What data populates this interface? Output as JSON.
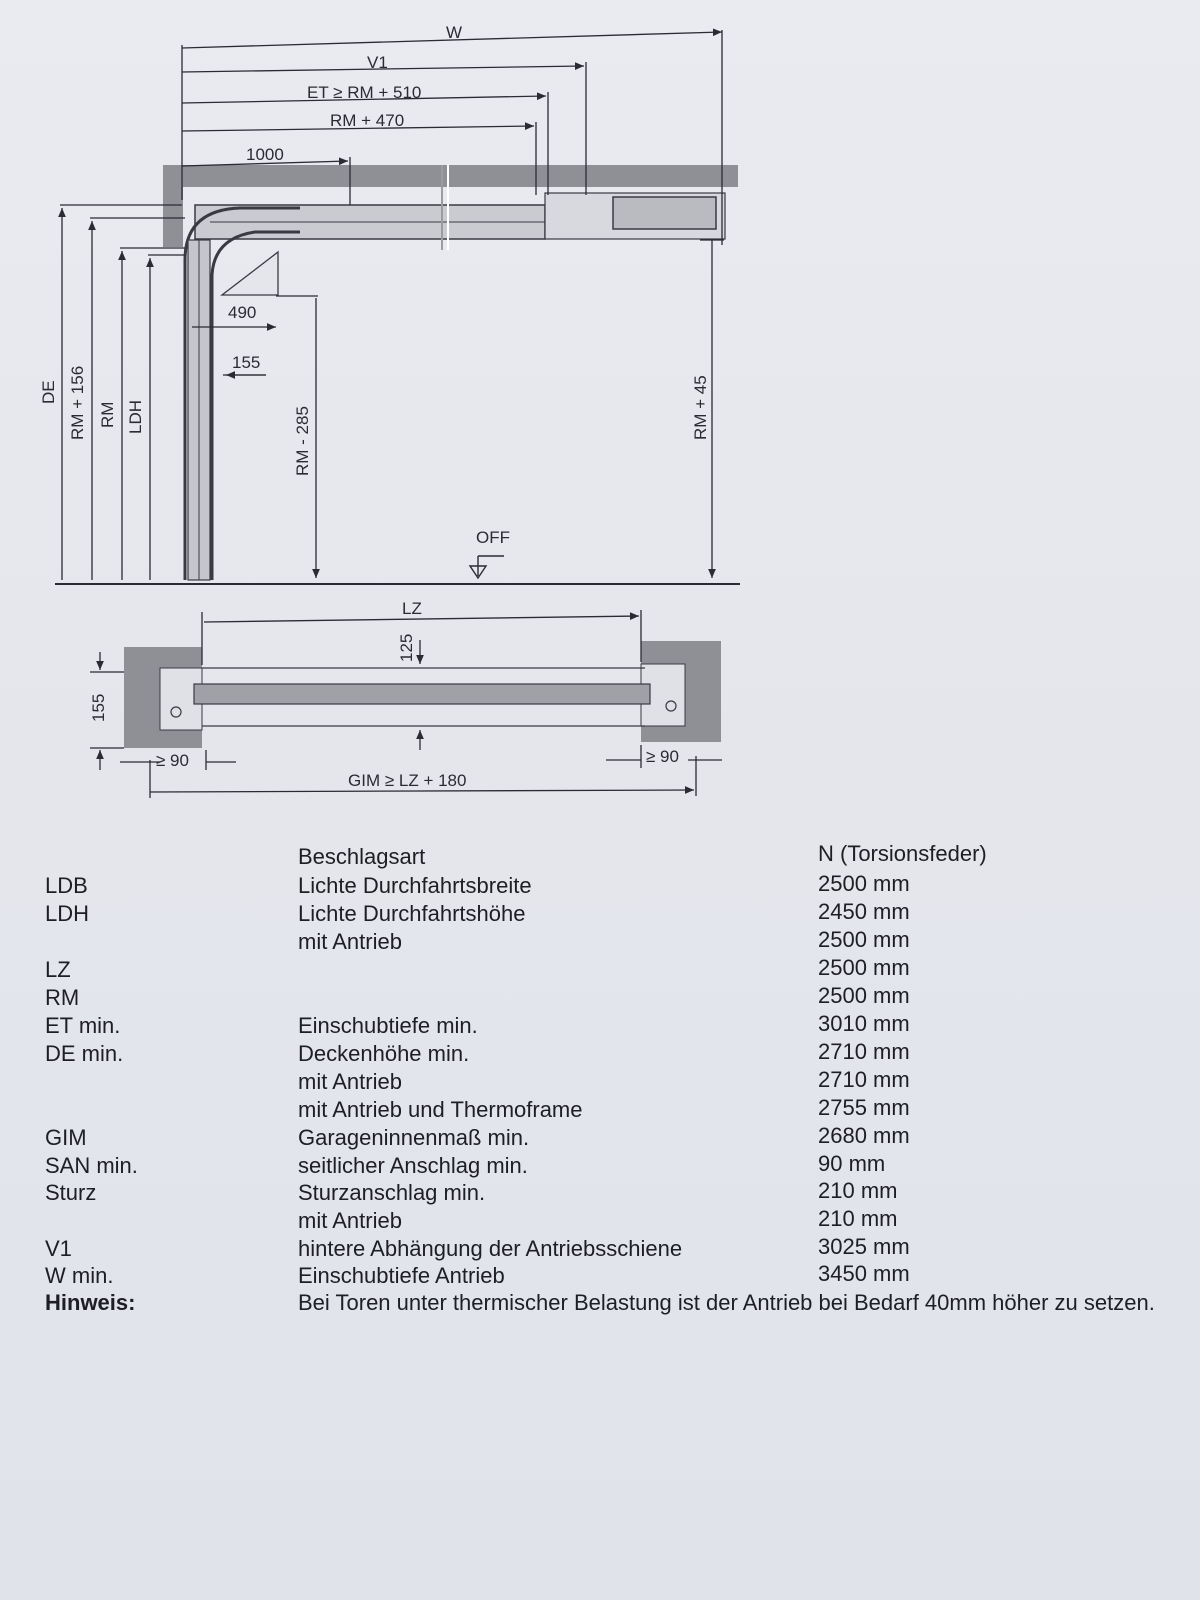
{
  "drawing": {
    "top_labels": [
      "W",
      "V1",
      "ET ≥ RM + 510",
      "RM + 470",
      "1000"
    ],
    "side_labels": [
      "DE",
      "RM + 156",
      "RM",
      "LDH"
    ],
    "inner_labels": [
      "490",
      "155",
      "RM - 285",
      "RM + 45",
      "OFF"
    ],
    "plan_labels": [
      "LZ",
      "125",
      "155",
      "≥ 90",
      "≥ 90",
      "GIM ≥ LZ + 180"
    ]
  },
  "table": {
    "header_label": "Beschlagsart",
    "header_value": "N (Torsionsfeder)",
    "rows": [
      {
        "code": "LDB",
        "desc": "Lichte Durchfahrtsbreite",
        "value": "2500 mm"
      },
      {
        "code": "LDH",
        "desc": "Lichte Durchfahrtshöhe",
        "value": "2450 mm"
      },
      {
        "code": "",
        "desc": "mit Antrieb",
        "value": "2500 mm"
      },
      {
        "code": "LZ",
        "desc": "",
        "value": "2500 mm"
      },
      {
        "code": "RM",
        "desc": "",
        "value": "2500 mm"
      },
      {
        "code": "ET min.",
        "desc": "Einschubtiefe min.",
        "value": "3010 mm"
      },
      {
        "code": "DE min.",
        "desc": "Deckenhöhe min.",
        "value": "2710 mm"
      },
      {
        "code": "",
        "desc": "mit Antrieb",
        "value": "2710 mm"
      },
      {
        "code": "",
        "desc": "mit Antrieb und Thermoframe",
        "value": "2755 mm"
      },
      {
        "code": "GIM",
        "desc": "Garageninnenmaß min.",
        "value": "2680 mm"
      },
      {
        "code": "SAN min.",
        "desc": "seitlicher Anschlag min.",
        "value": "90 mm"
      },
      {
        "code": "Sturz",
        "desc": "Sturzanschlag min.",
        "value": "210 mm"
      },
      {
        "code": "",
        "desc": "mit Antrieb",
        "value": "210 mm"
      },
      {
        "code": "V1",
        "desc": "hintere Abhängung der Antriebsschiene",
        "value": "3025 mm"
      },
      {
        "code": "W min.",
        "desc": "Einschubtiefe Antrieb",
        "value": "3450 mm"
      }
    ],
    "note_label": "Hinweis:",
    "note_text": "Bei Toren unter thermischer Belastung ist der Antrieb bei Bedarf 40mm höher zu setzen."
  }
}
